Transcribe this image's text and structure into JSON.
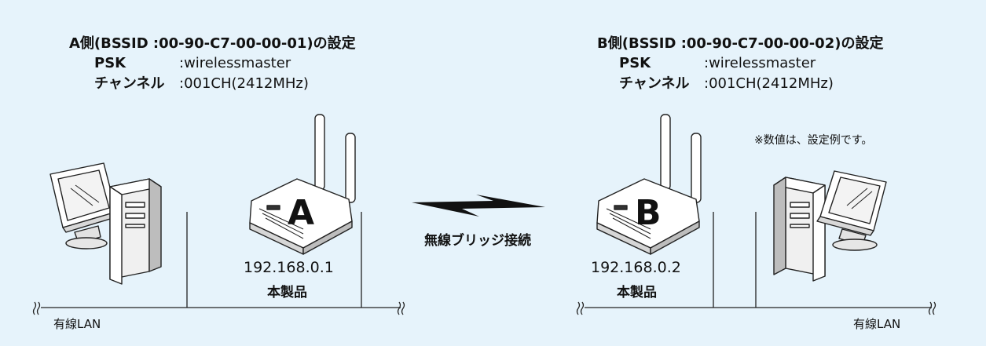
{
  "router_a": {
    "title": "A側(BSSID :00-90-C7-00-00-01)の設定",
    "psk_label": "PSK",
    "psk_value": ":wirelessmaster",
    "channel_label": "チャンネル",
    "channel_value": ":001CH(2412MHz)",
    "letter": "A",
    "ip": "192.168.0.1",
    "caption": "本製品"
  },
  "router_b": {
    "title": "B側(BSSID :00-90-C7-00-00-02)の設定",
    "psk_label": "PSK",
    "psk_value": ":wirelessmaster",
    "channel_label": "チャンネル",
    "channel_value": ":001CH(2412MHz)",
    "letter": "B",
    "ip": "192.168.0.2",
    "caption": "本製品"
  },
  "note": "※数値は、設定例です。",
  "bridge_label": "無線ブリッジ接続",
  "lan_left": "有線LAN",
  "lan_right": "有線LAN"
}
